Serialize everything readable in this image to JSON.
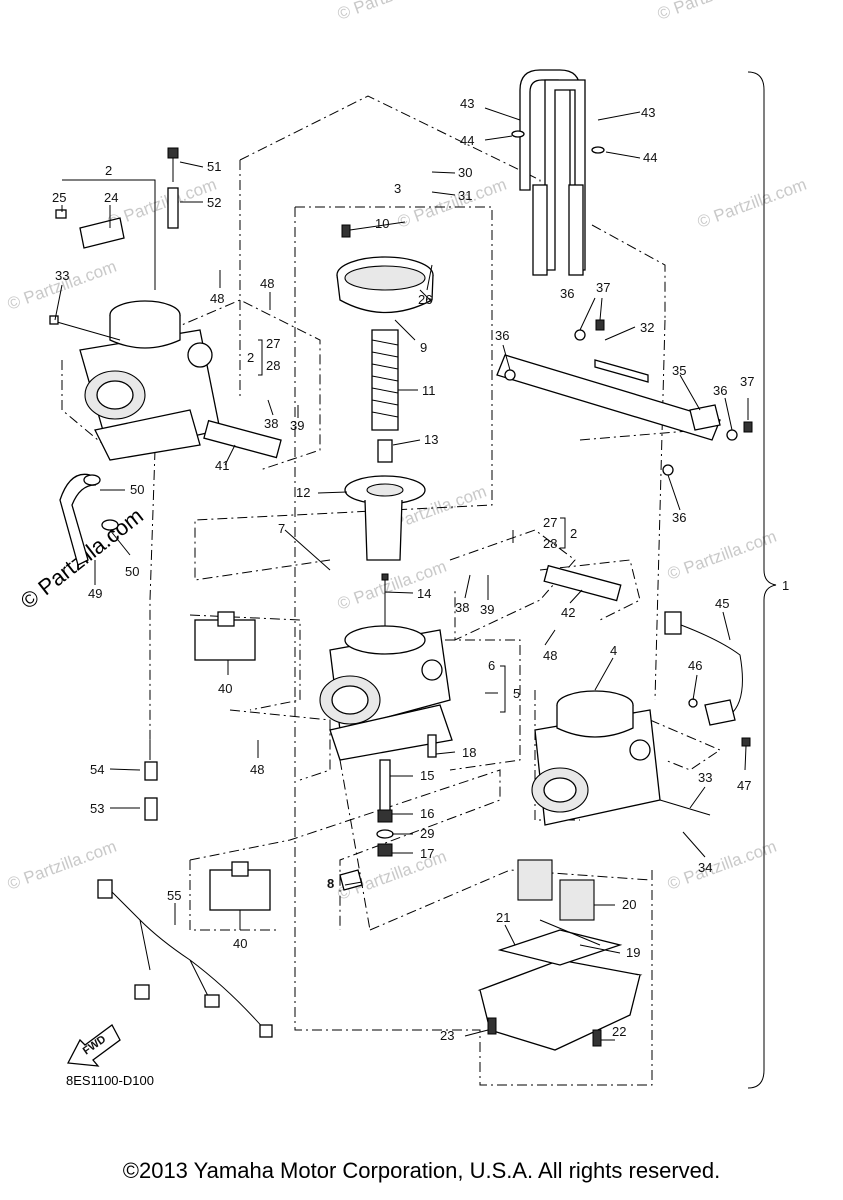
{
  "diagram": {
    "drawing_code": "8ES1100-D100",
    "copyright": "©2013 Yamaha Motor Corporation, U.S.A. All rights reserved.",
    "watermark": "© Partzilla.com",
    "watermark_big": "© Partzilla.com",
    "fwd_label": "FWD",
    "callouts": {
      "c1": "1",
      "c2a": "2",
      "c2b": "2",
      "c2c": "2",
      "c3": "3",
      "c4": "4",
      "c5": "5",
      "c6": "6",
      "c7": "7",
      "c8": "8",
      "c9": "9",
      "c10": "10",
      "c11": "11",
      "c12": "12",
      "c13": "13",
      "c14": "14",
      "c15": "15",
      "c16": "16",
      "c17": "17",
      "c18": "18",
      "c19": "19",
      "c20": "20",
      "c21": "21",
      "c22": "22",
      "c23": "23",
      "c24": "24",
      "c25": "25",
      "c26": "26",
      "c27a": "27",
      "c27b": "27",
      "c28a": "28",
      "c28b": "28",
      "c29": "29",
      "c30": "30",
      "c31": "31",
      "c32": "32",
      "c33a": "33",
      "c33b": "33",
      "c34": "34",
      "c35": "35",
      "c36a": "36",
      "c36b": "36",
      "c36c": "36",
      "c36d": "36",
      "c37a": "37",
      "c37b": "37",
      "c38a": "38",
      "c38b": "38",
      "c39a": "39",
      "c39b": "39",
      "c40a": "40",
      "c40b": "40",
      "c41": "41",
      "c42": "42",
      "c43a": "43",
      "c43b": "43",
      "c44a": "44",
      "c44b": "44",
      "c45": "45",
      "c46": "46",
      "c47": "47",
      "c48a": "48",
      "c48b": "48",
      "c48c": "48",
      "c48d": "48",
      "c49": "49",
      "c50a": "50",
      "c50b": "50",
      "c51": "51",
      "c52": "52",
      "c53": "53",
      "c54": "54",
      "c55": "55"
    }
  }
}
